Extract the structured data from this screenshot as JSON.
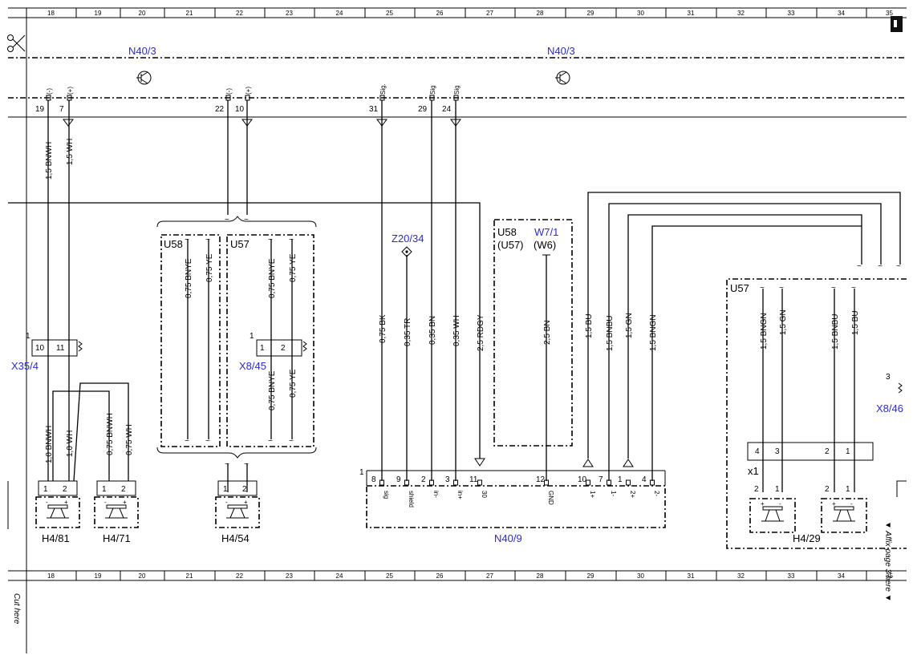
{
  "grid": {
    "columns": [
      "18",
      "19",
      "20",
      "21",
      "22",
      "23",
      "24",
      "25",
      "26",
      "27",
      "28",
      "29",
      "30",
      "31",
      "32",
      "33",
      "34",
      "35"
    ]
  },
  "margin_notes": {
    "cut_here": "Cut here",
    "affix_here": "▼ Affix page 3 here ▼"
  },
  "modules": {
    "n40_3_left": "N40/3",
    "n40_3_right": "N40/3",
    "n40_9": "N40/9",
    "z20_34": "Z20/34",
    "w7_1": "W7/1",
    "w6": "(W6)",
    "u58_a": "U58",
    "u57_a": "U57",
    "u58_b": "U58",
    "u57_b": "(U57)",
    "u57_c": "U57",
    "x35_4": "X35/4",
    "x8_45": "X8/45",
    "x8_46": "X8/46",
    "x1": "x1",
    "h4_81": "H4/81",
    "h4_71": "H4/71",
    "h4_54": "H4/54",
    "h4_29": "H4/29"
  },
  "top_pins": [
    {
      "num": "19",
      "sig": "(-)"
    },
    {
      "num": "7",
      "sig": "(+)"
    },
    {
      "num": "22",
      "sig": "(-)"
    },
    {
      "num": "10",
      "sig": "(+)"
    },
    {
      "num": "31",
      "sig": "Sig."
    },
    {
      "num": "29",
      "sig": "Sig"
    },
    {
      "num": "24",
      "sig": "Sig"
    }
  ],
  "wires": {
    "w_bnwh_top": "1,5 BNWH",
    "w_wh_top": "1,5 WH",
    "w_bnye_u58": "0,75 BNYE",
    "w_ye_u58": "0,75 YE",
    "w_bnye_u57": "0,75 BNYE",
    "w_ye_u57": "0,75 YE",
    "w_bnye_u57b": "0,75 BNYE",
    "w_ye_u57b": "0,75 YE",
    "w_bnwh_10": "1,0 BNWH",
    "w_wh_10": "1,0 WH",
    "w_bnwh_075": "0,75 BNWH",
    "w_wh_075": "0,75 WH",
    "w_bk": "0,75 BK",
    "w_tr": "0,35 TR",
    "w_bn035": "0,35 BN",
    "w_wh035": "0,35 WH",
    "w_rdgy": "2,5 RDGY",
    "w_bn25": "2,5 BN",
    "w_bu": "1,5 BU",
    "w_bnbu": "1,5 BNBU",
    "w_gn": "1,5 GN",
    "w_bngn": "1,5 BNGN",
    "w_bngn_r": "1,5 BNGN",
    "w_gn_r": "1,5 GN",
    "w_bnbu_r": "1,5 BNBU",
    "w_bu_r": "1,5 BU"
  },
  "n40_9_pins": [
    {
      "num": "8",
      "sig": "sig"
    },
    {
      "num": "9",
      "sig": "shield"
    },
    {
      "num": "2",
      "sig": "in-"
    },
    {
      "num": "3",
      "sig": "in+"
    },
    {
      "num": "11",
      "sig": "30"
    },
    {
      "num": "12",
      "sig": "GND"
    },
    {
      "num": "10",
      "sig": "1+"
    },
    {
      "num": "7",
      "sig": "1-"
    },
    {
      "num": "1",
      "sig": "2+"
    },
    {
      "num": "4",
      "sig": "2-"
    }
  ],
  "conn_pins": {
    "x35_4": [
      "10",
      "11"
    ],
    "x35_4_num": "1",
    "x8_45": [
      "1",
      "2"
    ],
    "x8_45_num": "1",
    "x8_46_num": "3",
    "n40_9_num": "1",
    "x1_pins": [
      "4",
      "3",
      "2",
      "1"
    ],
    "h4_81": [
      "1",
      "2"
    ],
    "h4_71": [
      "1",
      "2"
    ],
    "h4_54": [
      "1",
      "2"
    ],
    "h4_29": [
      "2",
      "1",
      "2",
      "1"
    ]
  },
  "speaker_signs": {
    "minus": "-",
    "plus": "+"
  }
}
